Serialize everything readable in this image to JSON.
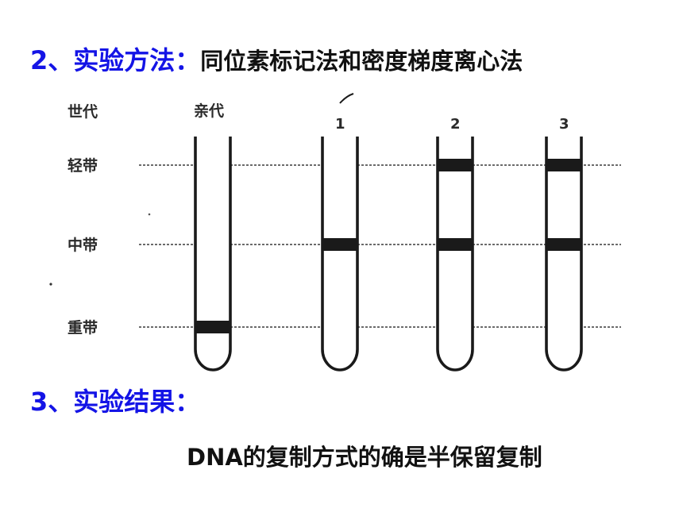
{
  "method": {
    "label": "2、实验方法：",
    "text": "同位素标记法和密度梯度离心法"
  },
  "result": {
    "label": "3、实验结果："
  },
  "conclusion": "DNA的复制方式的确是半保留复制",
  "diagram": {
    "row_header": "世代",
    "bands": [
      {
        "label": "轻带",
        "key": "light"
      },
      {
        "label": "中带",
        "key": "middle"
      },
      {
        "label": "重带",
        "key": "heavy"
      }
    ],
    "tubes": [
      {
        "label": "亲代",
        "bands": [
          "heavy"
        ]
      },
      {
        "label": "1",
        "bands": [
          "middle"
        ]
      },
      {
        "label": "2",
        "bands": [
          "light",
          "middle"
        ]
      },
      {
        "label": "3",
        "bands": [
          "light",
          "middle"
        ]
      }
    ]
  },
  "colors": {
    "heading_blue": "#1414e6",
    "text_black": "#111111",
    "diagram_ink": "#1a1a1a"
  }
}
